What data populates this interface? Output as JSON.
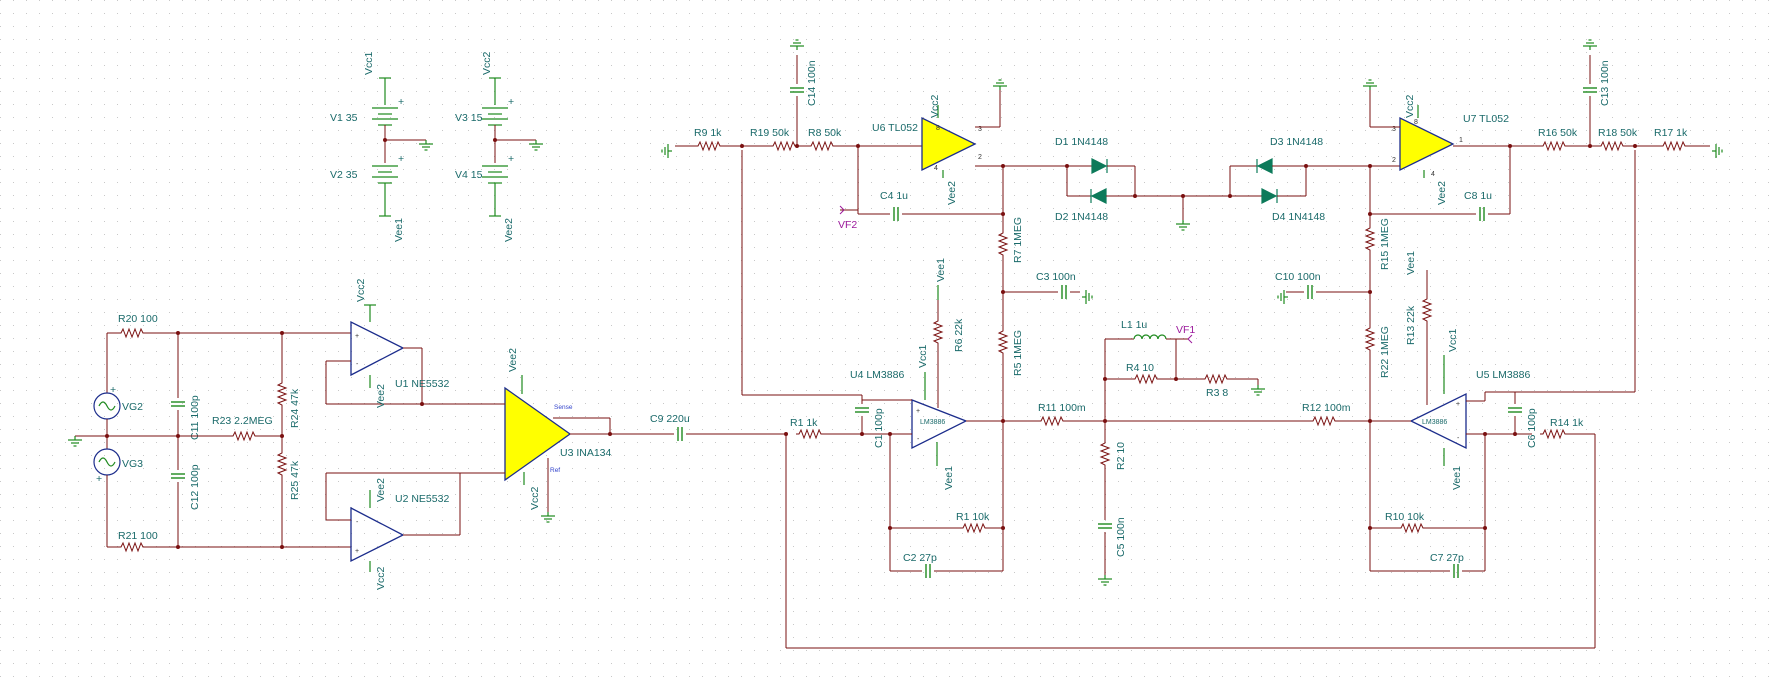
{
  "nodes": {
    "vf1": "VF1",
    "vf2": "VF2"
  },
  "supplies": {
    "v1": "V1 35",
    "v2": "V2 35",
    "v3": "V3 15",
    "v4": "V4 15",
    "vcc1": "Vcc1",
    "vee1": "Vee1",
    "vcc2": "Vcc2",
    "vee2": "Vee2"
  },
  "sources": {
    "vg2": "VG2",
    "vg3": "VG3"
  },
  "rails": {
    "vcc1": "Vcc1",
    "vcc2": "Vcc2",
    "vee1": "Vee1",
    "vee2": "Vee2"
  },
  "resistors": {
    "r1": "R1 1k",
    "r2": "R2 10",
    "r3": "R3 8",
    "r4": "R4 10",
    "r5": "R5 1MEG",
    "r6": "R6 22k",
    "r7": "R7 1MEG",
    "r8": "R8 50k",
    "r9": "R9 1k",
    "r10": "R10 10k",
    "r11": "R11 100m",
    "r12": "R12 100m",
    "r13": "R13 22k",
    "r14": "R14 1k",
    "r15": "R15 1MEG",
    "r16": "R16 50k",
    "r17": "R17 1k",
    "r18": "R18 50k",
    "r19": "R19 50k",
    "r20": "R20 100",
    "r21": "R21 100",
    "r22": "R22 1MEG",
    "r23": "R23 2.2MEG",
    "r24": "R24 47k",
    "r25": "R25 47k",
    "r1b": "R1 10k"
  },
  "capacitors": {
    "c1": "C1 100p",
    "c2": "C2 27p",
    "c3": "C3 100n",
    "c4": "C4 1u",
    "c5": "C5 100n",
    "c6": "C6 100p",
    "c7": "C7 27p",
    "c8": "C8 1u",
    "c9": "C9 220u",
    "c10": "C10 100n",
    "c11": "C11 100p",
    "c12": "C12 100p",
    "c13": "C13 100n",
    "c14": "C14 100n"
  },
  "inductors": {
    "l1": "L1 1u"
  },
  "diodes": {
    "d1": "D1 1N4148",
    "d2": "D2 1N4148",
    "d3": "D3 1N4148",
    "d4": "D4 1N4148"
  },
  "opamps": {
    "u1": "U1 NE5532",
    "u2": "U2 NE5532",
    "u3": "U3 INA134",
    "u4": "U4 LM3886",
    "u5": "U5 LM3886",
    "u6": "U6 TL052",
    "u7": "U7 TL052",
    "lm": "LM3886"
  },
  "pins": {
    "sense": "Sense",
    "ref": "Ref",
    "plus": "+",
    "minus": "-",
    "p1": "1",
    "p2": "2",
    "p3": "3",
    "p4": "4",
    "p8": "8"
  }
}
